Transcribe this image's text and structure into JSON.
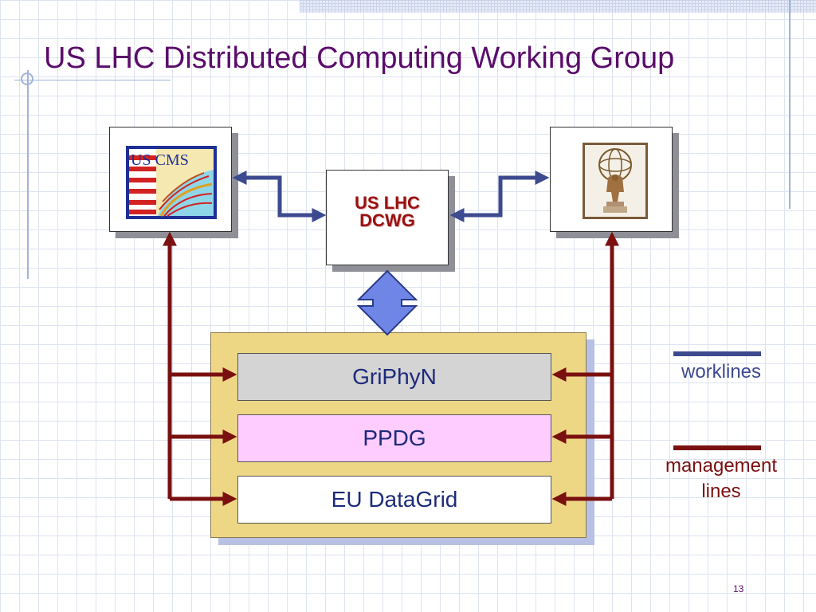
{
  "slide": {
    "title": "US LHC Distributed Computing Working Group",
    "page_number": "13"
  },
  "diagram": {
    "center_box": {
      "line1": "US LHC",
      "line2": "DCWG"
    },
    "left_logo": {
      "alt": "US CMS logo",
      "text": "US CMS"
    },
    "right_logo": {
      "alt": "ATLAS statue picture"
    },
    "organizations": [
      {
        "label": "GriPhyN",
        "color": "#d4d4d4"
      },
      {
        "label": "PPDG",
        "color": "#ffccff"
      },
      {
        "label": "EU DataGrid",
        "color": "#ffffff"
      }
    ],
    "container_color": "#eed784"
  },
  "legend": {
    "worklines": {
      "label": "worklines",
      "color": "#3d4a8f"
    },
    "management": {
      "label": "management lines",
      "color": "#7a1010"
    }
  },
  "colors": {
    "title": "#5a0d6a",
    "workline": "#3d4a8f",
    "management_line": "#7a1010",
    "double_arrow_fill": "#6f86e6",
    "dcwg_text": "#9a1010"
  }
}
